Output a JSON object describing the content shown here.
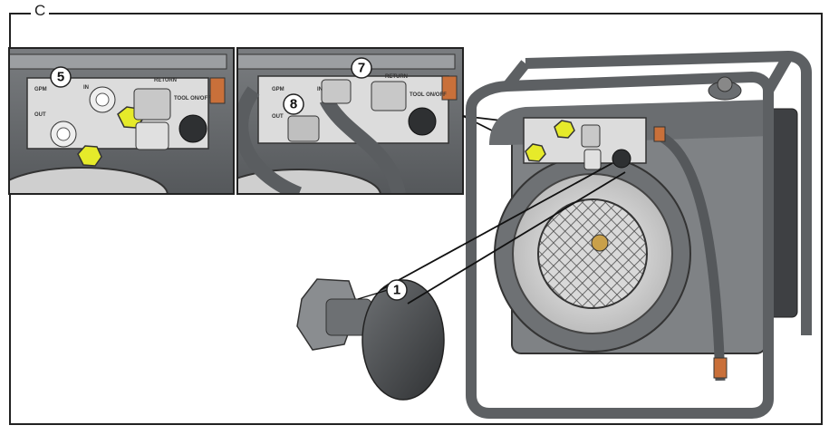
{
  "figure": {
    "frame_letter": "C",
    "callouts": {
      "inset_left": "5",
      "inset_right_a": "7",
      "inset_right_b": "8",
      "cap_detail": "1"
    },
    "panel_labels": {
      "in": "IN",
      "out": "OUT",
      "return": "RETURN",
      "tool_onoff": "TOOL ON/OFF",
      "gpm": "GPM"
    }
  },
  "colors": {
    "highlight_yellow": "#e6ea2a",
    "frame_gray": "#5d6063",
    "body_gray": "#8a8d90",
    "dark_gray": "#3b3d40",
    "plate_light": "#dcdcdc",
    "hose_orange": "#c9703a"
  }
}
